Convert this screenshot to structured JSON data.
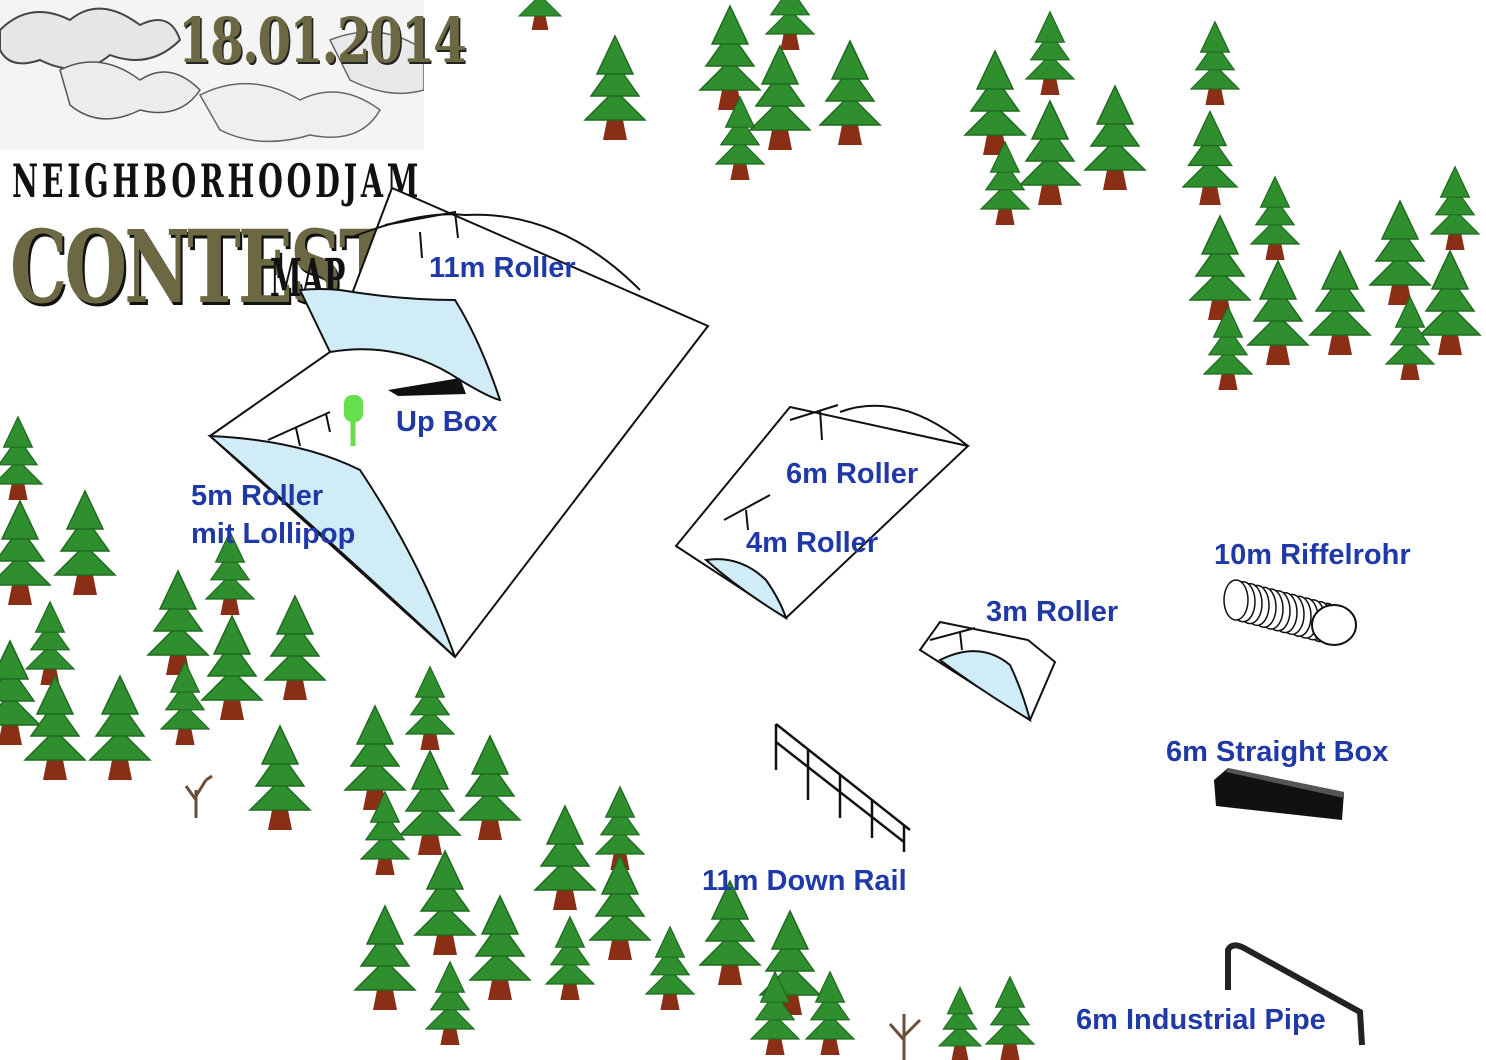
{
  "header": {
    "date": "18.01.2014",
    "title_line1": "NEIGHBORHOODJAM",
    "title_main": "CONTEST",
    "title_suffix": "MAP"
  },
  "features": [
    {
      "id": "roller-11m",
      "label": "11m Roller"
    },
    {
      "id": "up-box",
      "label": "Up Box"
    },
    {
      "id": "roller-5m",
      "label_lines": [
        "5m Roller",
        "mit Lollipop"
      ]
    },
    {
      "id": "roller-6m",
      "label": "6m Roller"
    },
    {
      "id": "roller-4m",
      "label": "4m Roller"
    },
    {
      "id": "roller-3m",
      "label": "3m Roller"
    },
    {
      "id": "riffelrohr-10m",
      "label": "10m Riffelrohr"
    },
    {
      "id": "straight-box-6m",
      "label": "6m Straight Box"
    },
    {
      "id": "down-rail-11m",
      "label": "11m Down Rail"
    },
    {
      "id": "industrial-pipe-6m",
      "label": "6m Industrial Pipe"
    }
  ],
  "colors": {
    "label_text": "#1f3aa6",
    "ice_fill": "#d0ecf7",
    "tree_green": "#2f8f2f",
    "tree_trunk": "#8b2e16",
    "lollipop": "#66e04a",
    "title_olive": "#6b6843"
  }
}
